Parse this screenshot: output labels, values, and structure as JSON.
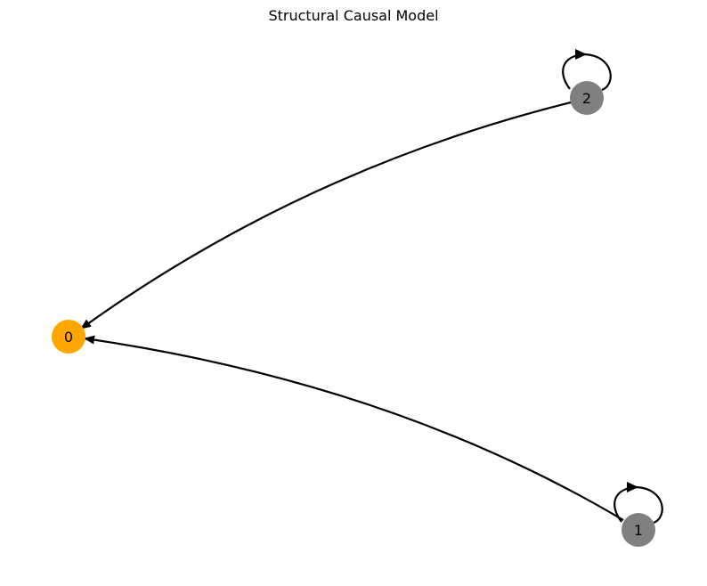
{
  "title": "Structural Causal Model",
  "colors": {
    "target_node": "#FFA500",
    "other_node": "#808080",
    "edge": "#000000"
  },
  "nodes": [
    {
      "id": "0",
      "label": "0",
      "role": "target"
    },
    {
      "id": "1",
      "label": "1",
      "role": "other"
    },
    {
      "id": "2",
      "label": "2",
      "role": "other"
    }
  ],
  "edges": [
    {
      "from": "2",
      "to": "0"
    },
    {
      "from": "1",
      "to": "0"
    },
    {
      "from": "1",
      "to": "1"
    },
    {
      "from": "2",
      "to": "2"
    }
  ]
}
